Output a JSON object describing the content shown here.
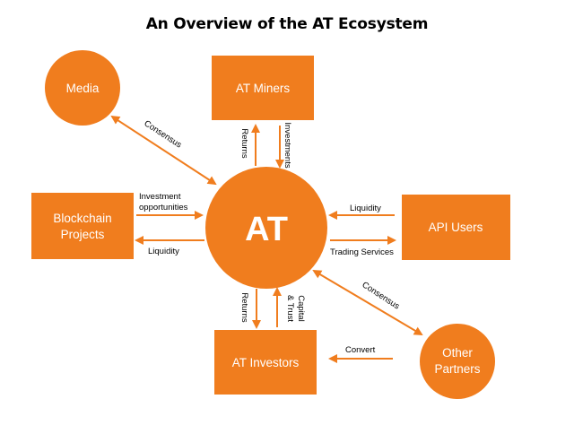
{
  "title": "An Overview of the AT Ecosystem",
  "colors": {
    "accent": "#f07d1e",
    "text_on_accent": "#ffffff",
    "label": "#000000"
  },
  "nodes": {
    "center": "AT",
    "media": "Media",
    "miners": "AT Miners",
    "blockchain": [
      "Blockchain",
      "Projects"
    ],
    "api": "API Users",
    "investors": "AT Investors",
    "partners": [
      "Other",
      "Partners"
    ]
  },
  "edges": {
    "media_consensus": "Consensus",
    "miners_returns": "Returns",
    "miners_investments": "Investments",
    "blockchain_invest": [
      "Investment",
      "opportunities"
    ],
    "blockchain_liquidity": "Liquidity",
    "api_liquidity": "Liquidity",
    "api_trading": "Trading Services",
    "partners_consensus": "Consensus",
    "investors_returns": "Returns",
    "investors_capital": [
      "Capital",
      "& Trust"
    ],
    "partners_convert": "Convert"
  }
}
